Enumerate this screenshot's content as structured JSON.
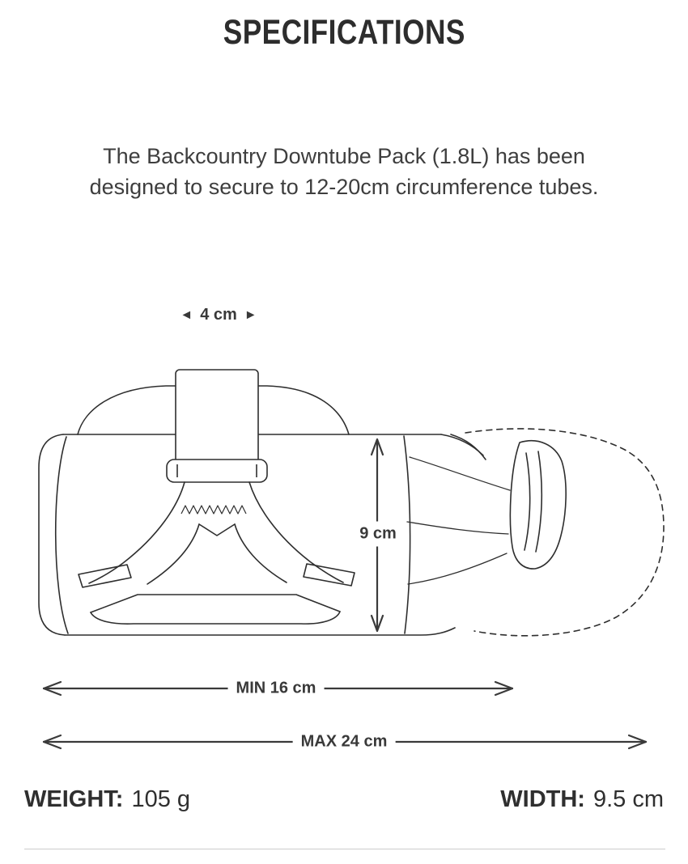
{
  "header": {
    "title": "SPECIFICATIONS"
  },
  "intro": {
    "line1": "The Backcountry Downtube Pack (1.8L) has been",
    "line2": "designed to secure to 12-20cm circumference tubes."
  },
  "diagram": {
    "strap_width": {
      "left_arrow": "◄",
      "label": "4 cm",
      "right_arrow": "►"
    },
    "height": {
      "label": "9 cm"
    },
    "min_width": {
      "label": "MIN 16 cm"
    },
    "max_width": {
      "label": "MAX 24 cm"
    }
  },
  "specs": {
    "weight": {
      "label": "WEIGHT:",
      "value": "105 g"
    },
    "width": {
      "label": "WIDTH:",
      "value": "9.5 cm"
    }
  },
  "colors": {
    "text": "#3a3a3a",
    "line": "#2e2e2e",
    "divider": "#cccccc"
  }
}
